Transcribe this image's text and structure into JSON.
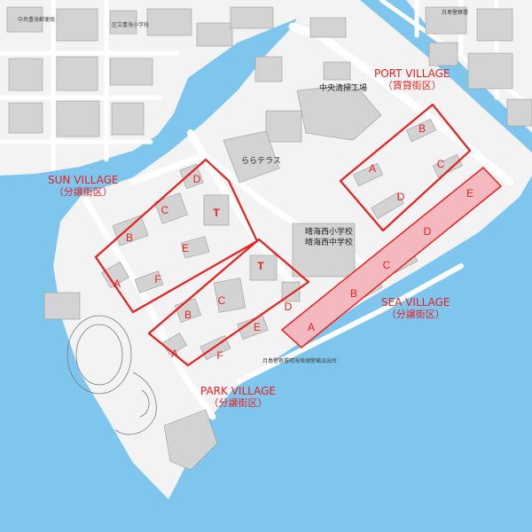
{
  "colors": {
    "sea": "#7ec6ee",
    "land": "#f3f3f3",
    "road": "#ffffff",
    "building": "#d3d3d3",
    "building_outline": "#9a9a9a",
    "accent_red": "#e8201e",
    "sea_village_fill": "#f4b9bf"
  },
  "villages": {
    "sun": {
      "name": "SUN VILLAGE",
      "sub": "（分譲街区）"
    },
    "port": {
      "name": "PORT VILLAGE",
      "sub": "（賃貸街区）"
    },
    "sea": {
      "name": "SEA VILLAGE",
      "sub": "（分譲街区）"
    },
    "park": {
      "name": "PARK VILLAGE",
      "sub": "（分譲街区）"
    }
  },
  "blocks": {
    "sun": [
      "A",
      "B",
      "C",
      "D",
      "E",
      "F",
      "T"
    ],
    "park": [
      "A",
      "B",
      "C",
      "D",
      "E",
      "F",
      "T"
    ],
    "port": [
      "A",
      "B",
      "C",
      "D"
    ],
    "sea": [
      "A",
      "B",
      "C",
      "D",
      "E"
    ]
  },
  "pois": {
    "lala_terrace": "ららテラス",
    "cleaning_plant": "中央清掃工場",
    "school_line1": "晴海西小学校",
    "school_line2": "晴海西中学校",
    "police_box": "月島警察署晴海埠頭警備派出所",
    "police_station": "月島警察署",
    "post_office": "中央豊海郵便局",
    "toyomi_school": "区立豊海小学校"
  }
}
